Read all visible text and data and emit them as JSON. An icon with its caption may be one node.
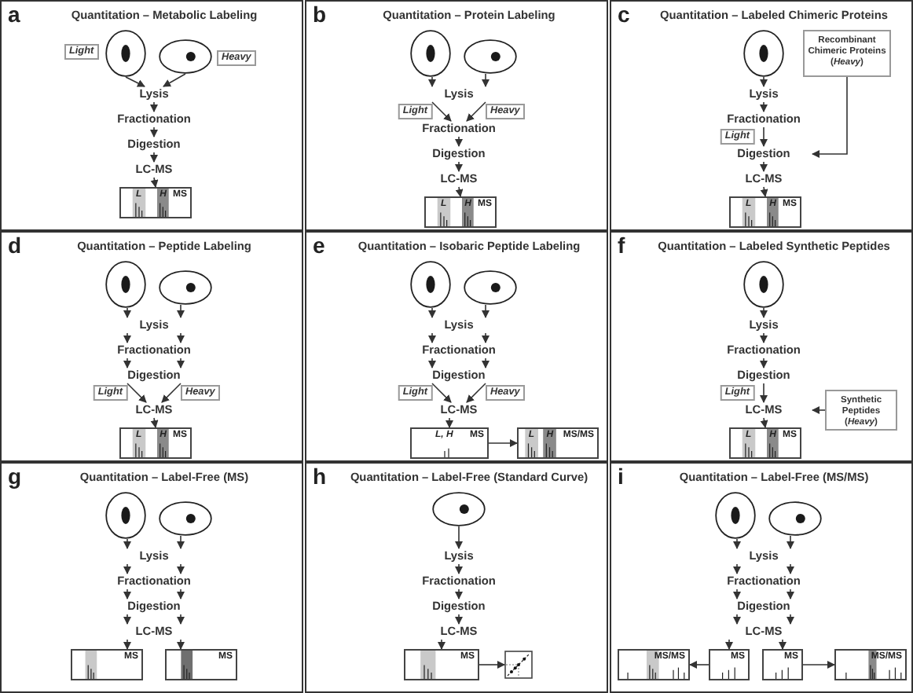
{
  "diagram": {
    "nodes": [
      {
        "text": [
          "a",
          "Quantitation – Metabolic Labeling"
        ]
      },
      {
        "text": [],
        "shape": "ellipse",
        "beside": [
          "Light"
        ],
        "in": 0
      },
      {
        "text": [],
        "shape": "ellipse",
        "beside": [
          "Heavy"
        ],
        "in": 0
      },
      {
        "text": [
          "Lysis"
        ],
        "in": 0
      },
      {
        "text": [
          "Fractionation"
        ],
        "in": 0
      },
      {
        "text": [
          "Digestion"
        ],
        "in": 0
      },
      {
        "text": [
          "LC-MS"
        ],
        "in": 0
      },
      {
        "text": [
          "L",
          "H",
          "MS"
        ],
        "in": 0
      },
      {
        "text": [
          "b",
          "Quantitation – Protein Labeling"
        ]
      },
      {
        "text": [],
        "shape": "ellipse",
        "in": 8
      },
      {
        "text": [],
        "shape": "ellipse",
        "in": 8
      },
      {
        "text": [
          "Lysis"
        ],
        "in": 8
      },
      {
        "text": [
          "Fractionation"
        ],
        "in": 8
      },
      {
        "text": [
          "Digestion"
        ],
        "in": 8
      },
      {
        "text": [
          "LC-MS"
        ],
        "in": 8
      },
      {
        "text": [
          "L",
          "H",
          "MS"
        ],
        "in": 8
      },
      {
        "text": [
          "c",
          "Quantitation – Labeled Chimeric Proteins"
        ]
      },
      {
        "text": [],
        "shape": "ellipse",
        "in": 16
      },
      {
        "text": [
          "Recombinant Chimeric Proteins (*Heavy*)"
        ],
        "in": 16
      },
      {
        "text": [
          "Lysis"
        ],
        "in": 16
      },
      {
        "text": [
          "Fractionation"
        ],
        "in": 16
      },
      {
        "text": [
          "Digestion"
        ],
        "in": 16
      },
      {
        "text": [
          "LC-MS"
        ],
        "in": 16
      },
      {
        "text": [
          "L",
          "H",
          "MS"
        ],
        "in": 16
      },
      {
        "text": [
          "d",
          "Quantitation – Peptide Labeling"
        ]
      },
      {
        "text": [],
        "shape": "ellipse",
        "in": 24
      },
      {
        "text": [],
        "shape": "ellipse",
        "in": 24
      },
      {
        "text": [
          "Lysis"
        ],
        "in": 24
      },
      {
        "text": [
          "Fractionation"
        ],
        "in": 24
      },
      {
        "text": [
          "Digestion"
        ],
        "in": 24
      },
      {
        "text": [
          "LC-MS"
        ],
        "in": 24
      },
      {
        "text": [
          "L",
          "H",
          "MS"
        ],
        "in": 24
      },
      {
        "text": [
          "e",
          "Quantitation – Isobaric Peptide Labeling"
        ]
      },
      {
        "text": [],
        "shape": "ellipse",
        "in": 32
      },
      {
        "text": [],
        "shape": "ellipse",
        "in": 32
      },
      {
        "text": [
          "Lysis"
        ],
        "in": 32
      },
      {
        "text": [
          "Fractionation"
        ],
        "in": 32
      },
      {
        "text": [
          "Digestion"
        ],
        "in": 32
      },
      {
        "text": [
          "LC-MS"
        ],
        "in": 32
      },
      {
        "text": [
          "L, H",
          "MS"
        ],
        "in": 32
      },
      {
        "text": [
          "L",
          "H",
          "MS/MS"
        ],
        "in": 32
      },
      {
        "text": [
          "f",
          "Quantitation – Labeled Synthetic Peptides"
        ]
      },
      {
        "text": [],
        "shape": "ellipse",
        "in": 41
      },
      {
        "text": [
          "Lysis"
        ],
        "in": 41
      },
      {
        "text": [
          "Fractionation"
        ],
        "in": 41
      },
      {
        "text": [
          "Digestion"
        ],
        "in": 41
      },
      {
        "text": [
          "Synthetic Peptides (*Heavy*)"
        ],
        "in": 41
      },
      {
        "text": [
          "LC-MS"
        ],
        "in": 41
      },
      {
        "text": [
          "L",
          "H",
          "MS"
        ],
        "in": 41
      },
      {
        "text": [
          "g",
          "Quantitation – Label-Free (MS)"
        ]
      },
      {
        "text": [],
        "shape": "ellipse",
        "in": 49
      },
      {
        "text": [],
        "shape": "ellipse",
        "in": 49
      },
      {
        "text": [
          "Lysis"
        ],
        "in": 49
      },
      {
        "text": [
          "Fractionation"
        ],
        "in": 49
      },
      {
        "text": [
          "Digestion"
        ],
        "in": 49
      },
      {
        "text": [
          "LC-MS"
        ],
        "in": 49
      },
      {
        "text": [
          "MS"
        ],
        "in": 49
      },
      {
        "text": [
          "MS"
        ],
        "in": 49
      },
      {
        "text": [
          "h",
          "Quantitation – Label-Free (Standard Curve)"
        ]
      },
      {
        "text": [],
        "shape": "ellipse",
        "in": 58
      },
      {
        "text": [
          "Lysis"
        ],
        "in": 58
      },
      {
        "text": [
          "Fractionation"
        ],
        "in": 58
      },
      {
        "text": [
          "Digestion"
        ],
        "in": 58
      },
      {
        "text": [
          "LC-MS"
        ],
        "in": 58
      },
      {
        "text": [
          "MS"
        ],
        "in": 58
      },
      {
        "text": [],
        "shape": "chart",
        "in": 58
      },
      {
        "text": [
          "i",
          "Quantitation – Label-Free (MS/MS)"
        ]
      },
      {
        "text": [],
        "shape": "ellipse",
        "in": 66
      },
      {
        "text": [],
        "shape": "ellipse",
        "in": 66
      },
      {
        "text": [
          "Lysis"
        ],
        "in": 66
      },
      {
        "text": [
          "Fractionation"
        ],
        "in": 66
      },
      {
        "text": [
          "Digestion"
        ],
        "in": 66
      },
      {
        "text": [
          "LC-MS"
        ],
        "in": 66
      },
      {
        "text": [
          "MS/MS"
        ],
        "in": 66
      },
      {
        "text": [
          "MS"
        ],
        "in": 66
      },
      {
        "text": [
          "MS"
        ],
        "in": 66
      },
      {
        "text": [
          "MS/MS"
        ],
        "in": 66
      }
    ],
    "edges": [
      {
        "from": 1,
        "to": 3,
        "arrow": "to"
      },
      {
        "from": 2,
        "to": 3,
        "arrow": "to"
      },
      {
        "from": 3,
        "to": 4,
        "arrow": "to"
      },
      {
        "from": 4,
        "to": 5,
        "arrow": "to"
      },
      {
        "from": 5,
        "to": 6,
        "arrow": "to"
      },
      {
        "from": 6,
        "to": 7,
        "arrow": "to"
      },
      {
        "from": 9,
        "to": 11,
        "arrow": "to"
      },
      {
        "from": 10,
        "to": 11,
        "arrow": "to"
      },
      {
        "from": 11,
        "to": 12,
        "arrow": "to",
        "label": "Light"
      },
      {
        "from": 11,
        "to": 12,
        "arrow": "to",
        "label": "Heavy"
      },
      {
        "from": 12,
        "to": 13,
        "arrow": "to"
      },
      {
        "from": 13,
        "to": 14,
        "arrow": "to"
      },
      {
        "from": 14,
        "to": 15,
        "arrow": "to"
      },
      {
        "from": 17,
        "to": 19,
        "arrow": "to"
      },
      {
        "from": 19,
        "to": 20,
        "arrow": "to"
      },
      {
        "from": 20,
        "to": 21,
        "arrow": "to",
        "label": "Light"
      },
      {
        "from": 18,
        "to": 21,
        "arrow": "to"
      },
      {
        "from": 21,
        "to": 22,
        "arrow": "to"
      },
      {
        "from": 22,
        "to": 23,
        "arrow": "to"
      },
      {
        "from": 25,
        "to": 27,
        "arrow": "to"
      },
      {
        "from": 26,
        "to": 27,
        "arrow": "to"
      },
      {
        "from": 27,
        "to": 28,
        "arrow": "to"
      },
      {
        "from": 27,
        "to": 28,
        "arrow": "to"
      },
      {
        "from": 28,
        "to": 29,
        "arrow": "to"
      },
      {
        "from": 28,
        "to": 29,
        "arrow": "to"
      },
      {
        "from": 29,
        "to": 30,
        "arrow": "to",
        "label": "Light"
      },
      {
        "from": 29,
        "to": 30,
        "arrow": "to",
        "label": "Heavy"
      },
      {
        "from": 30,
        "to": 31,
        "arrow": "to"
      },
      {
        "from": 33,
        "to": 35,
        "arrow": "to"
      },
      {
        "from": 34,
        "to": 35,
        "arrow": "to"
      },
      {
        "from": 35,
        "to": 36,
        "arrow": "to"
      },
      {
        "from": 35,
        "to": 36,
        "arrow": "to"
      },
      {
        "from": 36,
        "to": 37,
        "arrow": "to"
      },
      {
        "from": 36,
        "to": 37,
        "arrow": "to"
      },
      {
        "from": 37,
        "to": 38,
        "arrow": "to",
        "label": "Light"
      },
      {
        "from": 37,
        "to": 38,
        "arrow": "to",
        "label": "Heavy"
      },
      {
        "from": 38,
        "to": 39,
        "arrow": "to"
      },
      {
        "from": 39,
        "to": 40,
        "arrow": "to"
      },
      {
        "from": 42,
        "to": 43,
        "arrow": "to"
      },
      {
        "from": 43,
        "to": 44,
        "arrow": "to"
      },
      {
        "from": 44,
        "to": 45,
        "arrow": "to"
      },
      {
        "from": 45,
        "to": 47,
        "arrow": "to",
        "label": "Light"
      },
      {
        "from": 46,
        "to": 47,
        "arrow": "to"
      },
      {
        "from": 47,
        "to": 48,
        "arrow": "to"
      },
      {
        "from": 50,
        "to": 52,
        "arrow": "to"
      },
      {
        "from": 51,
        "to": 52,
        "arrow": "to"
      },
      {
        "from": 52,
        "to": 53,
        "arrow": "to"
      },
      {
        "from": 52,
        "to": 53,
        "arrow": "to"
      },
      {
        "from": 53,
        "to": 54,
        "arrow": "to"
      },
      {
        "from": 53,
        "to": 54,
        "arrow": "to"
      },
      {
        "from": 54,
        "to": 55,
        "arrow": "to"
      },
      {
        "from": 54,
        "to": 55,
        "arrow": "to"
      },
      {
        "from": 55,
        "to": 56,
        "arrow": "to"
      },
      {
        "from": 55,
        "to": 57,
        "arrow": "to"
      },
      {
        "from": 59,
        "to": 60,
        "arrow": "to"
      },
      {
        "from": 60,
        "to": 61,
        "arrow": "to"
      },
      {
        "from": 61,
        "to": 62,
        "arrow": "to"
      },
      {
        "from": 62,
        "to": 63,
        "arrow": "to"
      },
      {
        "from": 63,
        "to": 64,
        "arrow": "to"
      },
      {
        "from": 64,
        "to": 65,
        "arrow": "to"
      },
      {
        "from": 67,
        "to": 69,
        "arrow": "to"
      },
      {
        "from": 68,
        "to": 69,
        "arrow": "to"
      },
      {
        "from": 69,
        "to": 70,
        "arrow": "to"
      },
      {
        "from": 69,
        "to": 70,
        "arrow": "to"
      },
      {
        "from": 70,
        "to": 71,
        "arrow": "to"
      },
      {
        "from": 70,
        "to": 71,
        "arrow": "to"
      },
      {
        "from": 71,
        "to": 72,
        "arrow": "to"
      },
      {
        "from": 71,
        "to": 72,
        "arrow": "to"
      },
      {
        "from": 72,
        "to": 74,
        "arrow": "to"
      },
      {
        "from": 72,
        "to": 75,
        "arrow": "to"
      },
      {
        "from": 74,
        "to": 73,
        "arrow": "to"
      },
      {
        "from": 75,
        "to": 76,
        "arrow": "to"
      }
    ]
  }
}
